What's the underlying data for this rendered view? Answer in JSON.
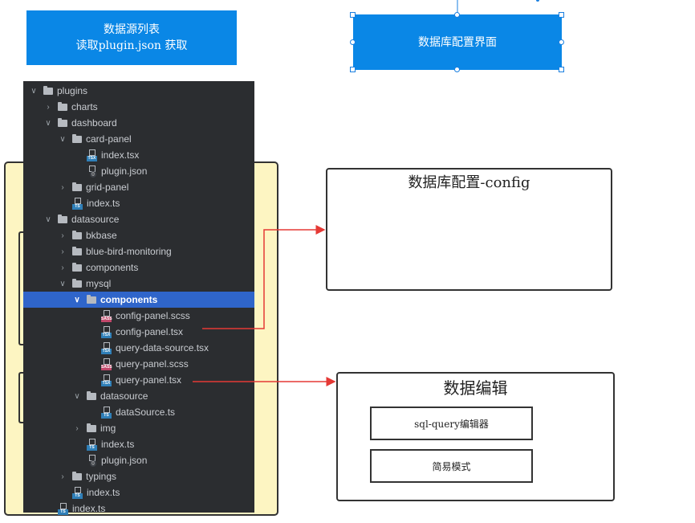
{
  "blue_box_left": {
    "line1": "数据源列表",
    "line2": "读取plugin.json 获取"
  },
  "blue_box_right": {
    "label": "数据库配置界面"
  },
  "config_box": {
    "title": "数据库配置-config"
  },
  "edit_box": {
    "title": "数据编辑",
    "sub1": "sql-query编辑器",
    "sub2": "简易模式"
  },
  "tree": [
    {
      "label": "plugins",
      "type": "folder",
      "depth": 0,
      "expanded": true
    },
    {
      "label": "charts",
      "type": "folder",
      "depth": 1,
      "expanded": false
    },
    {
      "label": "dashboard",
      "type": "folder",
      "depth": 1,
      "expanded": true
    },
    {
      "label": "card-panel",
      "type": "folder",
      "depth": 2,
      "expanded": true
    },
    {
      "label": "index.tsx",
      "type": "file",
      "ext": "tsx",
      "depth": 3
    },
    {
      "label": "plugin.json",
      "type": "file",
      "ext": "json",
      "depth": 3
    },
    {
      "label": "grid-panel",
      "type": "folder",
      "depth": 2,
      "expanded": false
    },
    {
      "label": "index.ts",
      "type": "file",
      "ext": "ts",
      "depth": 2
    },
    {
      "label": "datasource",
      "type": "folder",
      "depth": 1,
      "expanded": true
    },
    {
      "label": "bkbase",
      "type": "folder",
      "depth": 2,
      "expanded": false
    },
    {
      "label": "blue-bird-monitoring",
      "type": "folder",
      "depth": 2,
      "expanded": false
    },
    {
      "label": "components",
      "type": "folder",
      "depth": 2,
      "expanded": false
    },
    {
      "label": "mysql",
      "type": "folder",
      "depth": 2,
      "expanded": true
    },
    {
      "label": "components",
      "type": "folder",
      "depth": 3,
      "expanded": true,
      "selected": true
    },
    {
      "label": "config-panel.scss",
      "type": "file",
      "ext": "scss",
      "depth": 4
    },
    {
      "label": "config-panel.tsx",
      "type": "file",
      "ext": "tsx",
      "depth": 4
    },
    {
      "label": "query-data-source.tsx",
      "type": "file",
      "ext": "tsx",
      "depth": 4
    },
    {
      "label": "query-panel.scss",
      "type": "file",
      "ext": "scss",
      "depth": 4
    },
    {
      "label": "query-panel.tsx",
      "type": "file",
      "ext": "tsx",
      "depth": 4
    },
    {
      "label": "datasource",
      "type": "folder",
      "depth": 3,
      "expanded": true
    },
    {
      "label": "dataSource.ts",
      "type": "file",
      "ext": "ts",
      "depth": 4
    },
    {
      "label": "img",
      "type": "folder",
      "depth": 3,
      "expanded": false
    },
    {
      "label": "index.ts",
      "type": "file",
      "ext": "ts",
      "depth": 3
    },
    {
      "label": "plugin.json",
      "type": "file",
      "ext": "json",
      "depth": 3
    },
    {
      "label": "typings",
      "type": "folder",
      "depth": 2,
      "expanded": false
    },
    {
      "label": "index.ts",
      "type": "file",
      "ext": "ts",
      "depth": 2
    },
    {
      "label": "index.ts",
      "type": "file",
      "ext": "ts",
      "depth": 1
    }
  ],
  "icon_tags": {
    "tsx": "TSX",
    "ts": "TS",
    "scss": "SASS",
    "json": "{}"
  },
  "colors": {
    "accent": "#0a87e6",
    "selection": "#2f65ca",
    "arrow": "#e53935",
    "yellow": "#fdf5c2"
  }
}
